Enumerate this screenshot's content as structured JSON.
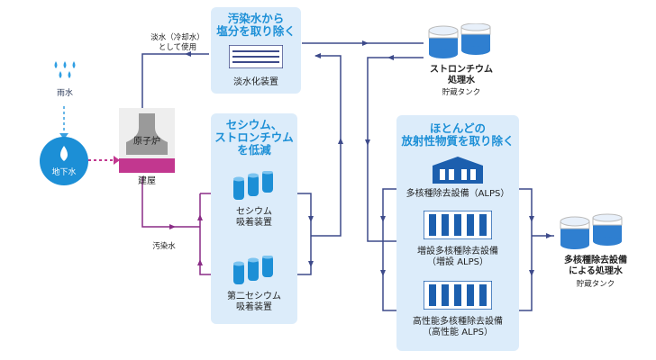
{
  "rain": {
    "label": "雨水"
  },
  "groundwater": {
    "label": "地下水"
  },
  "building": {
    "reactor_label": "原子炉",
    "building_label": "建屋"
  },
  "freshwater_note": {
    "line1": "淡水（冷却水）",
    "line2": "として使用"
  },
  "contaminated_label": "汚染水",
  "desalination": {
    "title_line1": "汚染水から",
    "title_line2": "塩分を取り除く",
    "device_label": "淡水化装置"
  },
  "cesium_panel": {
    "title_line1": "セシウム、",
    "title_line2": "ストロンチウム",
    "title_line3": "を低減",
    "device1_line1": "セシウム",
    "device1_line2": "吸着装置",
    "device2_line1": "第二セシウム",
    "device2_line2": "吸着装置"
  },
  "alps_panel": {
    "title_line1": "ほとんどの",
    "title_line2": "放射性物質を取り除く",
    "device1": "多核種除去設備（ALPS）",
    "device2_line1": "増設多核種除去設備",
    "device2_line2": "（増設 ALPS）",
    "device3_line1": "高性能多核種除去設備",
    "device3_line2": "（高性能 ALPS）"
  },
  "strontium_tank": {
    "line1": "ストロンチウム",
    "line2": "処理水",
    "line3": "貯蔵タンク"
  },
  "alps_tank": {
    "line1": "多核種除去設備",
    "line2": "による処理水",
    "line3": "貯蔵タンク"
  },
  "colors": {
    "panel_bg": "#dcecfa",
    "accent_blue": "#1c8fd6",
    "line_navy": "#3d4a8a",
    "contaminated_purple": "#8a2c86",
    "groundwater_magenta": "#c2378f"
  }
}
